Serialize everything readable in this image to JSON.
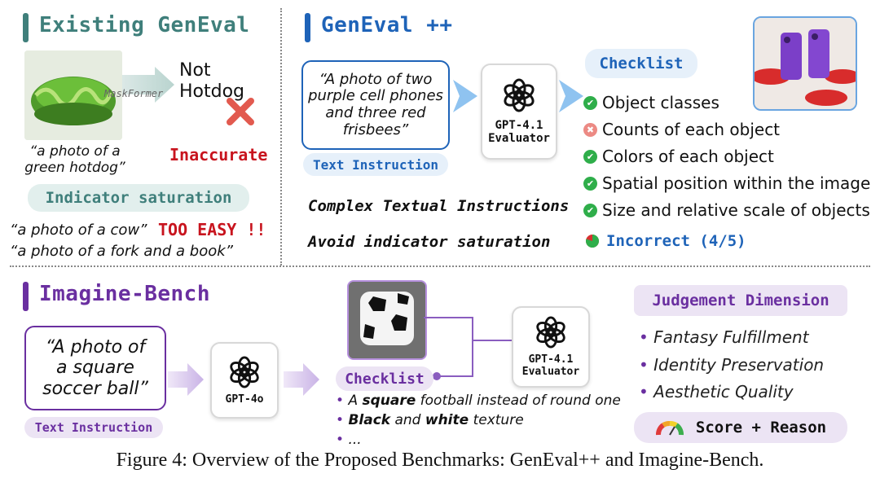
{
  "existing": {
    "title": "Existing GenEval",
    "tool_label": "MaskFormer",
    "result_label": "Not\nHotdog",
    "image_caption": "“a photo of a\ngreen hotdog”",
    "inaccurate": "Inaccurate",
    "saturation_label": "Indicator saturation",
    "example_1": "“a photo of a cow”",
    "too_easy": "TOO EASY !!",
    "example_2": "“a photo of a fork and a book”"
  },
  "geneval_pp": {
    "title": "GenEval ++",
    "prompt": "“A photo of two\npurple cell phones\nand three red\nfrisbees”",
    "text_instruction": "Text Instruction",
    "evaluator_line1": "GPT-4.1",
    "evaluator_line2": "Evaluator",
    "checklist_title": "Checklist",
    "checklist": [
      {
        "label": "Object classes",
        "status": "pass"
      },
      {
        "label": "Counts of each object",
        "status": "fail"
      },
      {
        "label": "Colors of each object",
        "status": "pass"
      },
      {
        "label": "Spatial position within the image",
        "status": "pass"
      },
      {
        "label": "Size and relative scale of objects",
        "status": "pass"
      }
    ],
    "complex_label": "Complex Textual Instructions",
    "avoid_label": "Avoid indicator saturation",
    "result": "Incorrect (4/5)",
    "result_fraction": 0.8
  },
  "imagine": {
    "title": "Imagine-Bench",
    "prompt": "“A photo of\na square\nsoccer ball”",
    "text_instruction": "Text Instruction",
    "generator": "GPT-4o",
    "checklist_title": "Checklist",
    "checklist_items": [
      {
        "pre": "A ",
        "b1": "square",
        "mid": " football instead of round one",
        "b2": "",
        "post": ""
      },
      {
        "pre": "",
        "b1": "Black",
        "mid": " and ",
        "b2": "white",
        "post": " texture"
      },
      {
        "pre": "...",
        "b1": "",
        "mid": "",
        "b2": "",
        "post": ""
      }
    ],
    "evaluator_line1": "GPT-4.1",
    "evaluator_line2": "Evaluator",
    "dimension_title": "Judgement Dimension",
    "dimensions": [
      "Fantasy Fulfillment",
      "Identity Preservation",
      "Aesthetic Quality"
    ],
    "score_label": "Score + Reason"
  },
  "caption": "Figure 4: Overview of the Proposed Benchmarks: GenEval++ and Imagine-Bench.",
  "colors": {
    "teal": "#3f7f7b",
    "blue": "#1e63b8",
    "purple": "#6a2fa0",
    "red": "#c8141e",
    "green": "#2fae4a",
    "pill_blue": "#e6f0fa",
    "pill_teal": "#e2efed",
    "pill_purple": "#ece4f4"
  },
  "icons": [
    "openai-logo-icon",
    "check-icon",
    "cross-icon",
    "gauge-icon",
    "arrow-icon"
  ]
}
